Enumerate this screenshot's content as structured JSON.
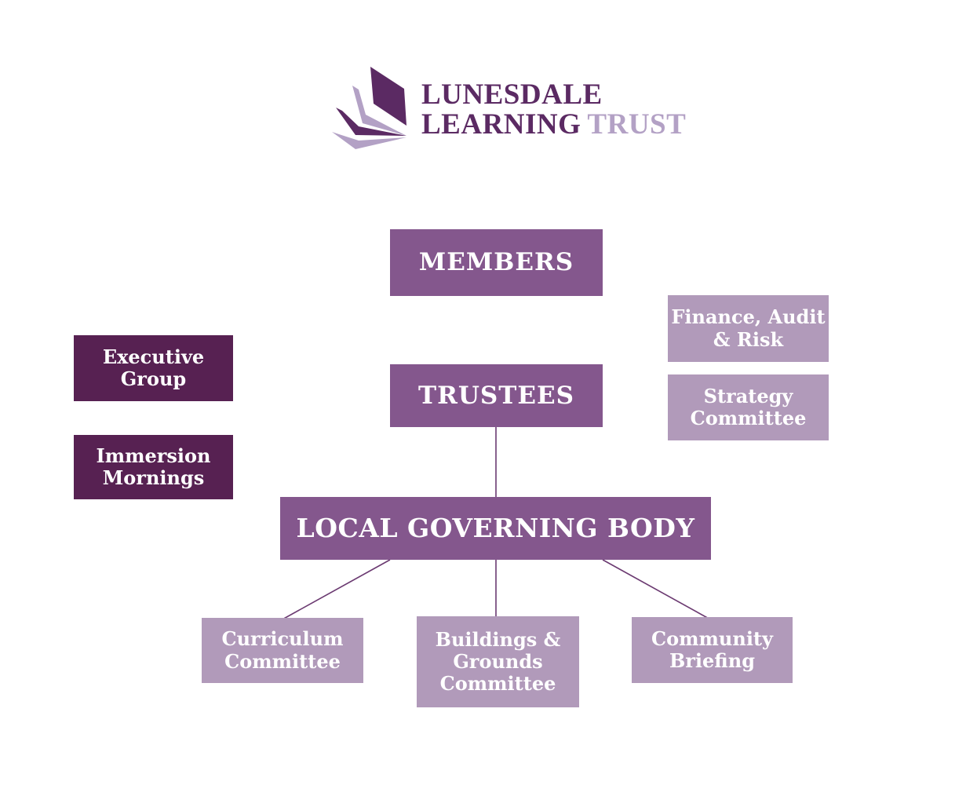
{
  "logo": {
    "icon": "fanned-pages-book-icon",
    "line1": "LUNESDALE",
    "line2_primary": "LEARNING",
    "line2_secondary": "TRUST"
  },
  "chart": {
    "nodes": {
      "members": {
        "label": "MEMBERS",
        "tier": "primary"
      },
      "trustees": {
        "label": "TRUSTEES",
        "tier": "primary"
      },
      "local_governing_body": {
        "label": "LOCAL GOVERNING BODY",
        "tier": "primary"
      },
      "finance_audit_risk": {
        "label": "Finance, Audit\n& Risk",
        "tier": "secondary"
      },
      "strategy_committee": {
        "label": "Strategy\nCommittee",
        "tier": "secondary"
      },
      "executive_group": {
        "label": "Executive Group",
        "tier": "dark"
      },
      "immersion_mornings": {
        "label": "Immersion\nMornings",
        "tier": "dark"
      },
      "curriculum_committee": {
        "label": "Curriculum\nCommittee",
        "tier": "secondary"
      },
      "buildings_grounds_committee": {
        "label": "Buildings &\nGrounds\nCommittee",
        "tier": "secondary"
      },
      "community_briefing": {
        "label": "Community\nBriefing",
        "tier": "secondary"
      }
    },
    "connections": [
      [
        "trustees",
        "local_governing_body"
      ],
      [
        "local_governing_body",
        "curriculum_committee"
      ],
      [
        "local_governing_body",
        "buildings_grounds_committee"
      ],
      [
        "local_governing_body",
        "community_briefing"
      ]
    ]
  },
  "colors": {
    "box_dark": "#572152",
    "box_medium": "#84578d",
    "box_light": "#b19aba",
    "connector": "#6b3a71",
    "logo_dark": "#5b2a63",
    "logo_light": "#b3a1c5",
    "node_text": "#ffffff"
  }
}
